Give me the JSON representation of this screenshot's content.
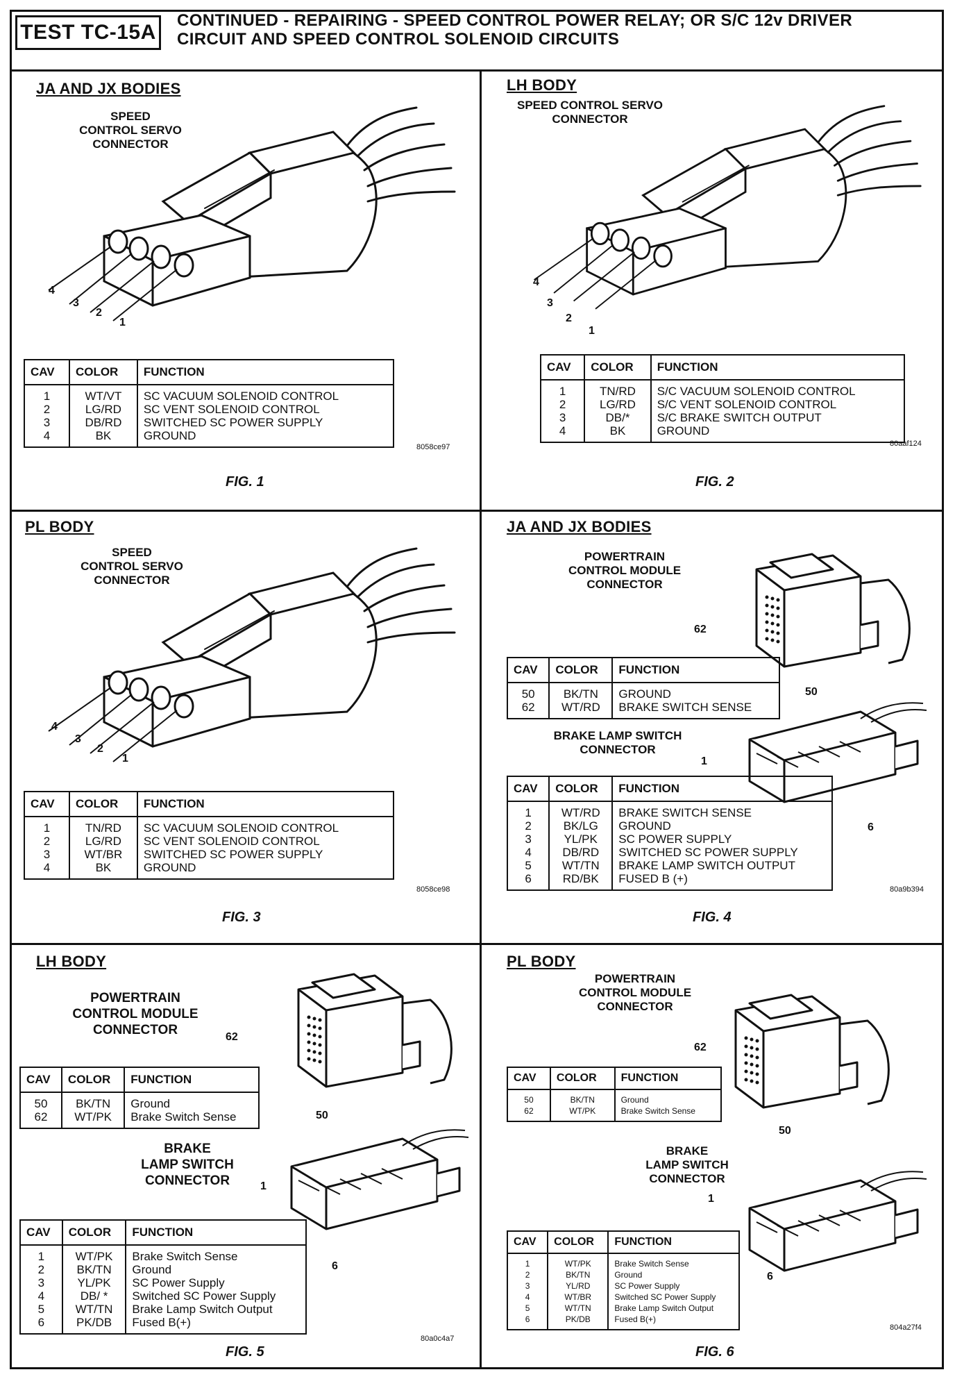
{
  "header": {
    "test_id": "TEST TC-15A",
    "title_line1": "CONTINUED - REPAIRING - SPEED CONTROL POWER RELAY; OR S/C 12v DRIVER",
    "title_line2": "CIRCUIT AND SPEED CONTROL SOLENOID CIRCUITS"
  },
  "table_headers": {
    "cav": "CAV",
    "color": "COLOR",
    "function": "FUNCTION"
  },
  "fig1": {
    "title": "JA AND JX BODIES",
    "connector_label": [
      "SPEED",
      "CONTROL SERVO",
      "CONNECTOR"
    ],
    "pins": [
      "4",
      "3",
      "2",
      "1"
    ],
    "rows": [
      {
        "cav": "1",
        "color": "WT/VT",
        "function": "SC VACUUM SOLENOID CONTROL"
      },
      {
        "cav": "2",
        "color": "LG/RD",
        "function": "SC VENT SOLENOID CONTROL"
      },
      {
        "cav": "3",
        "color": "DB/RD",
        "function": "SWITCHED SC POWER SUPPLY"
      },
      {
        "cav": "4",
        "color": "BK",
        "function": "GROUND"
      }
    ],
    "code": "8058ce97",
    "fig_label": "FIG. 1"
  },
  "fig2": {
    "title": "LH BODY",
    "connector_label": [
      "SPEED CONTROL SERVO",
      "CONNECTOR"
    ],
    "pins": [
      "4",
      "3",
      "2",
      "1"
    ],
    "rows": [
      {
        "cav": "1",
        "color": "TN/RD",
        "function": "S/C VACUUM SOLENOID CONTROL"
      },
      {
        "cav": "2",
        "color": "LG/RD",
        "function": "S/C VENT SOLENOID CONTROL"
      },
      {
        "cav": "3",
        "color": "DB/*",
        "function": "S/C BRAKE SWITCH OUTPUT"
      },
      {
        "cav": "4",
        "color": "BK",
        "function": "GROUND"
      }
    ],
    "code": "80aaf124",
    "fig_label": "FIG. 2"
  },
  "fig3": {
    "title": "PL BODY",
    "connector_label": [
      "SPEED",
      "CONTROL SERVO",
      "CONNECTOR"
    ],
    "pins": [
      "4",
      "3",
      "2",
      "1"
    ],
    "rows": [
      {
        "cav": "1",
        "color": "TN/RD",
        "function": "SC VACUUM SOLENOID CONTROL"
      },
      {
        "cav": "2",
        "color": "LG/RD",
        "function": "SC VENT SOLENOID CONTROL"
      },
      {
        "cav": "3",
        "color": "WT/BR",
        "function": "SWITCHED SC POWER SUPPLY"
      },
      {
        "cav": "4",
        "color": "BK",
        "function": "GROUND"
      }
    ],
    "code": "8058ce98",
    "fig_label": "FIG. 3"
  },
  "fig4": {
    "title": "JA AND JX BODIES",
    "pcm_label": [
      "POWERTRAIN",
      "CONTROL MODULE",
      "CONNECTOR"
    ],
    "pcm_pins": [
      "62",
      "50"
    ],
    "pcm_rows": [
      {
        "cav": "50",
        "color": "BK/TN",
        "function": "GROUND"
      },
      {
        "cav": "62",
        "color": "WT/RD",
        "function": "BRAKE SWITCH SENSE"
      }
    ],
    "switch_label": [
      "BRAKE LAMP SWITCH",
      "CONNECTOR"
    ],
    "switch_pins": [
      "1",
      "6"
    ],
    "switch_rows": [
      {
        "cav": "1",
        "color": "WT/RD",
        "function": "BRAKE SWITCH SENSE"
      },
      {
        "cav": "2",
        "color": "BK/LG",
        "function": "GROUND"
      },
      {
        "cav": "3",
        "color": "YL/PK",
        "function": "SC POWER SUPPLY"
      },
      {
        "cav": "4",
        "color": "DB/RD",
        "function": "SWITCHED SC POWER SUPPLY"
      },
      {
        "cav": "5",
        "color": "WT/TN",
        "function": "BRAKE LAMP SWITCH OUTPUT"
      },
      {
        "cav": "6",
        "color": "RD/BK",
        "function": "FUSED B (+)"
      }
    ],
    "code": "80a9b394",
    "fig_label": "FIG. 4"
  },
  "fig5": {
    "title": "LH BODY",
    "pcm_label": [
      "POWERTRAIN",
      "CONTROL MODULE",
      "CONNECTOR"
    ],
    "pcm_pins": [
      "62",
      "50"
    ],
    "pcm_rows": [
      {
        "cav": "50",
        "color": "BK/TN",
        "function": "Ground"
      },
      {
        "cav": "62",
        "color": "WT/PK",
        "function": "Brake Switch Sense"
      }
    ],
    "switch_label": [
      "BRAKE",
      "LAMP SWITCH",
      "CONNECTOR"
    ],
    "switch_pins": [
      "1",
      "6"
    ],
    "switch_rows": [
      {
        "cav": "1",
        "color": "WT/PK",
        "function": "Brake Switch Sense"
      },
      {
        "cav": "2",
        "color": "BK/TN",
        "function": "Ground"
      },
      {
        "cav": "3",
        "color": "YL/PK",
        "function": "SC Power Supply"
      },
      {
        "cav": "4",
        "color": "DB/ *",
        "function": "Switched SC Power Supply"
      },
      {
        "cav": "5",
        "color": "WT/TN",
        "function": "Brake Lamp Switch Output"
      },
      {
        "cav": "6",
        "color": "PK/DB",
        "function": "Fused B(+)"
      }
    ],
    "code": "80a0c4a7",
    "fig_label": "FIG. 5"
  },
  "fig6": {
    "title": "PL BODY",
    "pcm_label": [
      "POWERTRAIN",
      "CONTROL MODULE",
      "CONNECTOR"
    ],
    "pcm_pins": [
      "62",
      "50"
    ],
    "pcm_rows": [
      {
        "cav": "50",
        "color": "BK/TN",
        "function": "Ground"
      },
      {
        "cav": "62",
        "color": "WT/PK",
        "function": "Brake Switch Sense"
      }
    ],
    "switch_label": [
      "BRAKE",
      "LAMP SWITCH",
      "CONNECTOR"
    ],
    "switch_pins": [
      "1",
      "6"
    ],
    "switch_rows": [
      {
        "cav": "1",
        "color": "WT/PK",
        "function": "Brake Switch Sense"
      },
      {
        "cav": "2",
        "color": "BK/TN",
        "function": "Ground"
      },
      {
        "cav": "3",
        "color": "YL/RD",
        "function": "SC Power Supply"
      },
      {
        "cav": "4",
        "color": "WT/BR",
        "function": "Switched SC Power Supply"
      },
      {
        "cav": "5",
        "color": "WT/TN",
        "function": "Brake Lamp Switch Output"
      },
      {
        "cav": "6",
        "color": "PK/DB",
        "function": "Fused B(+)"
      }
    ],
    "code": "804a27f4",
    "fig_label": "FIG. 6"
  }
}
